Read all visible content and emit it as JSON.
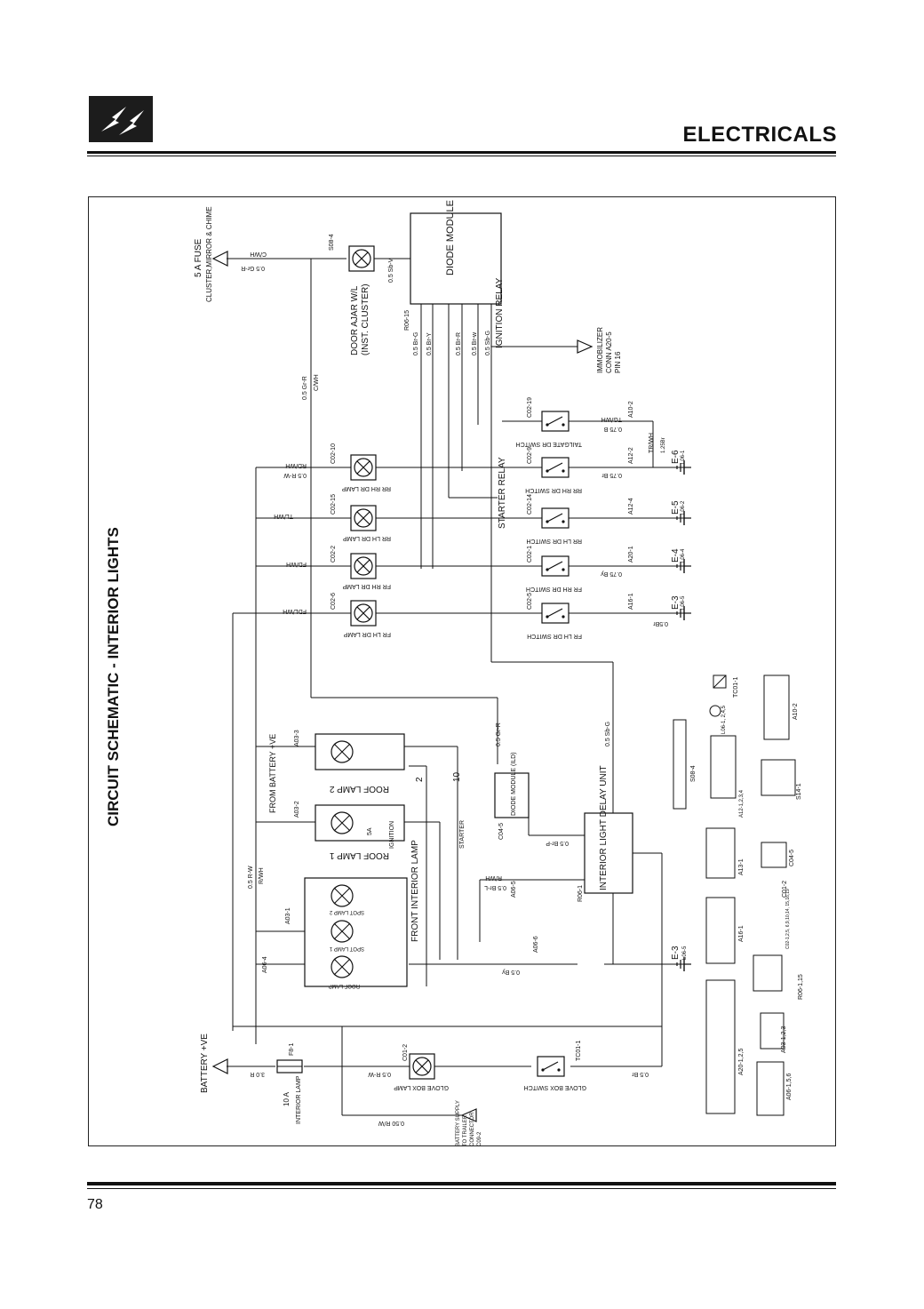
{
  "header": {
    "section_title": "ELECTRICALS",
    "page_number": "78"
  },
  "diagram": {
    "title": "CIRCUIT SCHEMATIC - INTERIOR LIGHTS",
    "top": {
      "fuse5": "5 A FUSE",
      "cluster": "CLUSTER,MIRROR & CHIME",
      "wire_top": "0.5 Gr-R",
      "cwh": "C/WH",
      "s08": "S08-4",
      "door_ajar": "DOOR AJAR W/L",
      "inst_cluster": "(INST. CLUSTER)",
      "diode_module": "DIODE MODULE",
      "sbv": "0.5 Sb-V",
      "r06": "R06-15",
      "ignition_relay": "IGNITION RELAY",
      "immob1": "IMMOBILIZER",
      "immob2": "CONN A20-5",
      "immob3": "PIN 16",
      "grr_vert": "0.5 Gr-R",
      "cwh_vert": "C/WH",
      "bg": "0.5 Br-G",
      "by": "0.5 Br-Y",
      "br": "0.5 Br-R",
      "bw": "0.5 Br-w",
      "sbg": "0.5 Sb-G"
    },
    "lamps": {
      "rr_rh": "RR RH DR LAMP",
      "rr_lh": "RR LH DR LAMP",
      "fr_rh": "FR RH DR LAMP",
      "fr_lh": "FR LH DR LAMP",
      "c02_10": "C02-10",
      "c02_15": "C02-15",
      "c02_2": "C02-2",
      "c02_6": "C02-6",
      "rdwh": "RD/WH",
      "tlwh": "TL/WH",
      "fdwh": "FD/WH",
      "fdlwh": "FDL/WH",
      "rw": "0.5 R-W"
    },
    "switches": {
      "tailgate": "TAILGATE DR SWITCH",
      "rr_rh": "RR RH DR SWITCH",
      "rr_lh": "RR LH DR SWITCH",
      "fr_rh": "FR RH DR SWITCH",
      "fr_lh": "FR LH DR SWITCH",
      "starter_relay": "STARTER RELAY",
      "c02_19": "C02-19",
      "c02_9": "C02-9",
      "c02_14": "C02-14",
      "c02_1": "C02-1",
      "c02_5": "C02-5",
      "tgwh": "TG/WH",
      "b075": "0.75 B",
      "br075": "0.75 Br",
      "by075": "0.75 By",
      "a10_2": "A10-2",
      "a12_2": "A12-2",
      "a12_4": "A12-4",
      "a20_1": "A20-1",
      "a16_1": "A16-1"
    },
    "grounds": {
      "e6": "E-6",
      "e6s": "L06-1",
      "e5": "E-5",
      "e5s": "L06-2",
      "e4": "E-4",
      "e4s": "L06-4",
      "e3": "E-3",
      "e3s": "L06-5",
      "e3b": "E-3",
      "e3bs": "L06-5",
      "trwh": "TR/WH",
      "size": "1.25Br",
      "gnd_wire": "0.5Br"
    },
    "lower": {
      "from_battery": "FROM BATTERY +VE",
      "roof2": "ROOF LAMP 2",
      "roof1": "ROOF LAMP 1",
      "front": "FRONT INTERIOR LAMP",
      "spot2": "SPOT LAMP 2",
      "spot1": "SPOT LAMP 1",
      "rooflamp": "ROOF LAMP",
      "diode_ild": "DIODE MODULE (ILD)",
      "delay_unit": "INTERIOR LIGHT DELAY UNIT",
      "ignition": "IGNITION",
      "starter": "STARTER",
      "a5": "5A",
      "n2": "2",
      "n10": "10",
      "a03_3": "A03-3",
      "a03_2": "A03-2",
      "a03_1": "A03-1",
      "a06_6": "A06-6",
      "a06_5": "A06-5",
      "a06_4": "A06-4",
      "r06_1": "R06-1",
      "c04_5": "C04-5",
      "rwh": "R/WH",
      "brl": "0.5 Br-L",
      "brp": "0.5 Br-P",
      "by05": "0.5 By",
      "sbg05": "0.5 Sb-G",
      "grr05": "0.5 Gr-R",
      "rw05": "0.5 R-W",
      "rwh_vert": "R/WH"
    },
    "bottom": {
      "battery": "BATTERY +VE",
      "fuse10a": "10 A",
      "fuse10b": "INTERIOR LAMP",
      "f8_1": "F8-1",
      "c01_2": "C01-2",
      "tc01_1": "TC01-1",
      "glovebox_lamp": "GLOVE BOX LAMP",
      "glovebox_switch": "GLOVE BOX SWITCH",
      "trailer1": "BATTERY SUPPLY",
      "trailer2": "TO TRAILER",
      "trailer3": "CONNECTOR",
      "trailer4": "C09-2",
      "w050rw": "0.50 R/W",
      "w3r": "3.0 R",
      "w05rw": "0.5 R-W",
      "w05b": "0.5 Br"
    },
    "connectors": {
      "tc01": "TC01-1",
      "l06": "L06-1, 2,4,5",
      "a10": "A10-2",
      "s08": "S08-4",
      "a12": "A12-1,2,3,4",
      "s14": "S14-1",
      "a13": "A13-1",
      "c04": "C04-5",
      "c01": "C01-2",
      "a16": "A16-1",
      "c02": "C02-1,2,5, 6,9,10,14, 15,16,19",
      "r06": "R06-1,15",
      "a20": "A20-1,2,5",
      "a03": "A03-1,2,3",
      "a06": "A06-1,5,6"
    }
  }
}
